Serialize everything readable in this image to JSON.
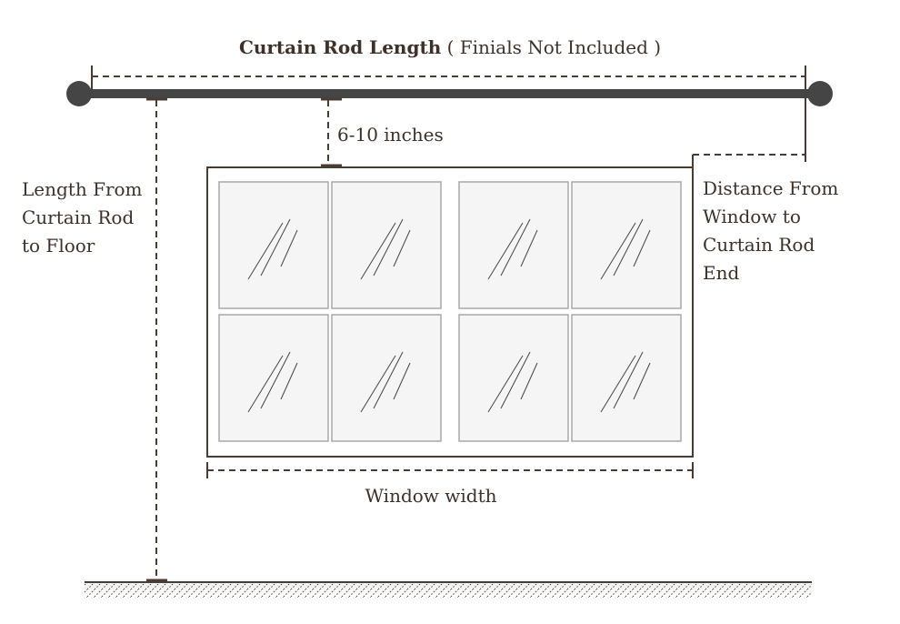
{
  "title": {
    "bold": "Curtain Rod Length",
    "note": "( Finials Not Included )"
  },
  "gap_label": "6-10 inches",
  "left_label": [
    "Length From",
    "Curtain Rod",
    "to Floor"
  ],
  "right_label": [
    "Distance From",
    "Window to",
    "Curtain Rod",
    "End"
  ],
  "width_label": "Window width",
  "colors": {
    "line": "#4a3c30",
    "rod": "#454545",
    "pane_fill": "#f5f5f5",
    "pane_border": "#a8a8a8"
  }
}
